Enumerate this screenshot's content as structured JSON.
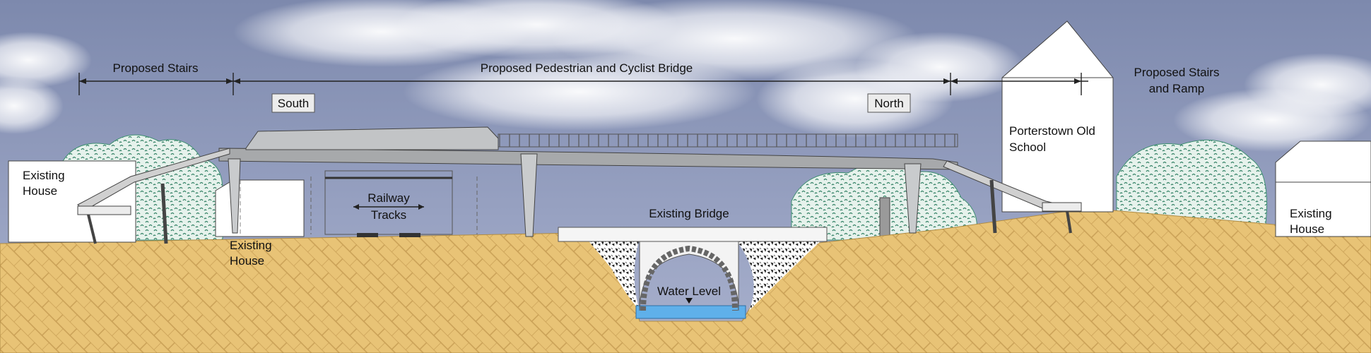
{
  "labels": {
    "proposed_stairs_left": "Proposed Stairs",
    "proposed_bridge": "Proposed Pedestrian and Cyclist Bridge",
    "proposed_stairs_right_line1": "Proposed Stairs",
    "proposed_stairs_right_line2": "and Ramp",
    "south": "South",
    "north": "North",
    "old_school_line1": "Porterstown Old",
    "old_school_line2": "School",
    "house_left_line1": "Existing",
    "house_left_line2": "House",
    "house_center_line1": "Existing",
    "house_center_line2": "House",
    "house_right_line1": "Existing",
    "house_right_line2": "House",
    "railway_line1": "Railway",
    "railway_line2": "Tracks",
    "existing_bridge": "Existing Bridge",
    "water_level": "Water Level"
  },
  "colors": {
    "sky": "#8b96b8",
    "cloud": "#ffffff",
    "ground": "#e7c074",
    "ground_pattern": "#c9a25a",
    "water": "#5fb0ea",
    "deck": "#a7a9ab",
    "foliage": "#3f8f73"
  }
}
